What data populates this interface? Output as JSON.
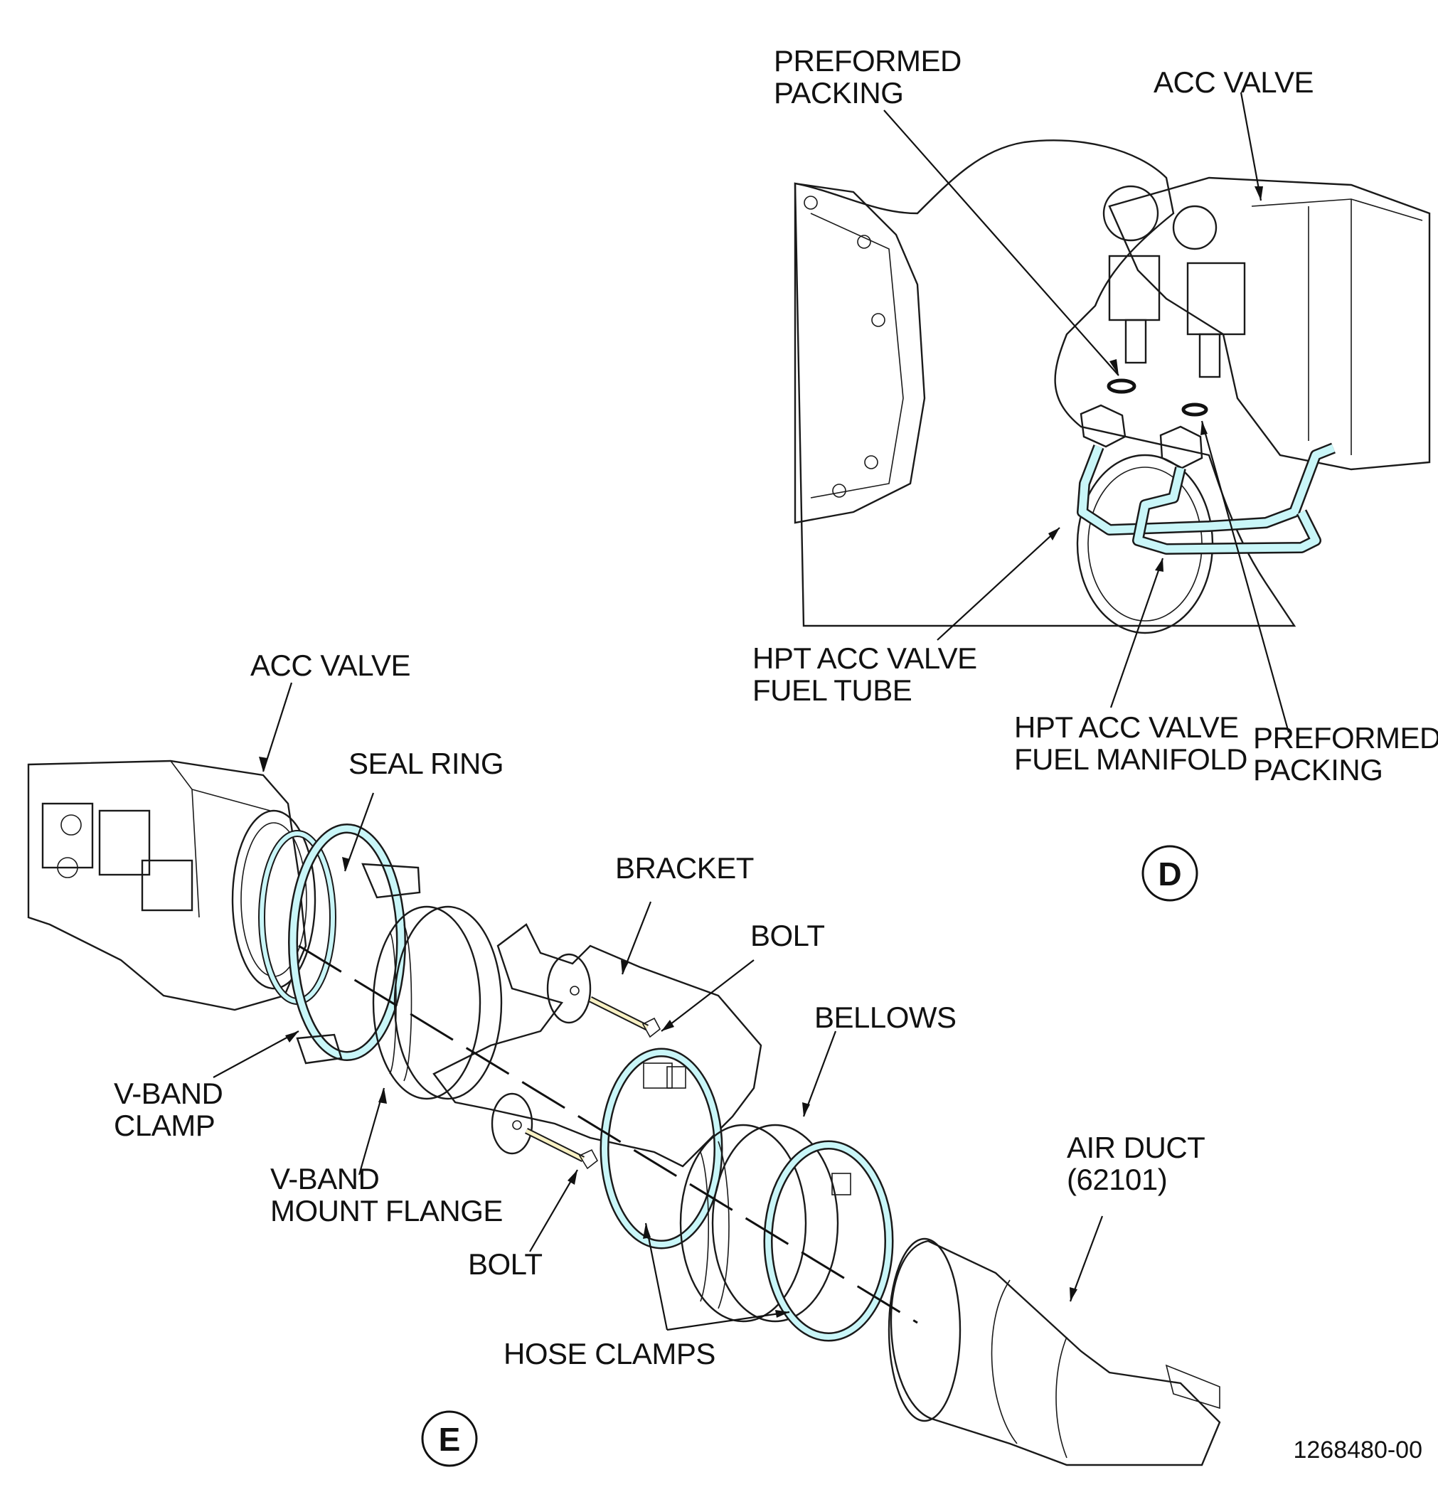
{
  "colors": {
    "part_blue": "#c9f6f8",
    "part_yellow": "#f8f1c4",
    "ink": "#111111"
  },
  "detail_d": {
    "letter": "D",
    "labels": {
      "preformed_packing_top": [
        "PREFORMED",
        "PACKING"
      ],
      "acc_valve": [
        "ACC VALVE"
      ],
      "fuel_tube": [
        "HPT ACC VALVE",
        "FUEL TUBE"
      ],
      "fuel_manifold": [
        "HPT ACC VALVE",
        "FUEL MANIFOLD"
      ],
      "preformed_packing_bottom": [
        "PREFORMED",
        "PACKING"
      ]
    }
  },
  "detail_e": {
    "letter": "E",
    "labels": {
      "acc_valve": [
        "ACC VALVE"
      ],
      "seal_ring": [
        "SEAL RING"
      ],
      "bracket": [
        "BRACKET"
      ],
      "bolt_upper": [
        "BOLT"
      ],
      "bellows": [
        "BELLOWS"
      ],
      "v_band_clamp": [
        "V-BAND",
        "CLAMP"
      ],
      "v_band_mount_flange": [
        "V-BAND",
        "MOUNT FLANGE"
      ],
      "bolt_lower": [
        "BOLT"
      ],
      "air_duct": [
        "AIR DUCT",
        "(62101)"
      ],
      "hose_clamps": [
        "HOSE CLAMPS"
      ]
    }
  },
  "figure_number": "1268480-00"
}
